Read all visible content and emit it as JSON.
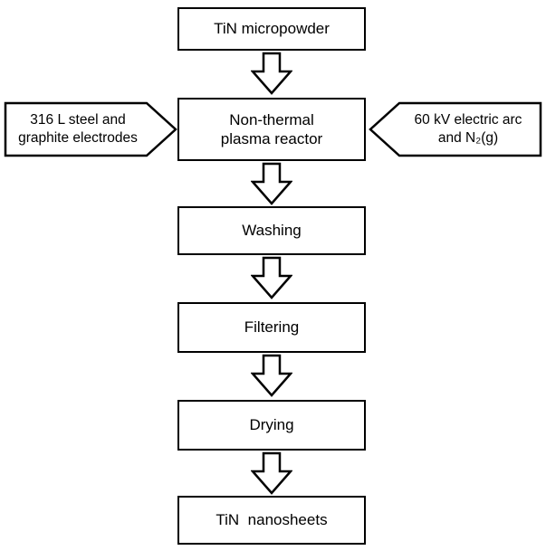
{
  "diagram": {
    "type": "flowchart",
    "background_color": "#ffffff",
    "stroke_color": "#000000",
    "fill_color": "#ffffff",
    "boxes": {
      "micropowder": "TiN micropowder",
      "reactor": [
        "Non-thermal",
        "plasma reactor"
      ],
      "washing": "Washing",
      "filtering": "Filtering",
      "drying": "Drying",
      "nanosheets": "TiN  nanosheets"
    },
    "side_inputs": {
      "left": [
        "316 L steel and",
        "graphite electrodes"
      ],
      "right": [
        "60 kV electric arc",
        "and N₂(g)"
      ]
    },
    "flow_order": [
      "TiN micropowder",
      "Non-thermal plasma reactor",
      "Washing",
      "Filtering",
      "Drying",
      "TiN nanosheets"
    ],
    "arrow_icon": "down-block-arrow"
  }
}
